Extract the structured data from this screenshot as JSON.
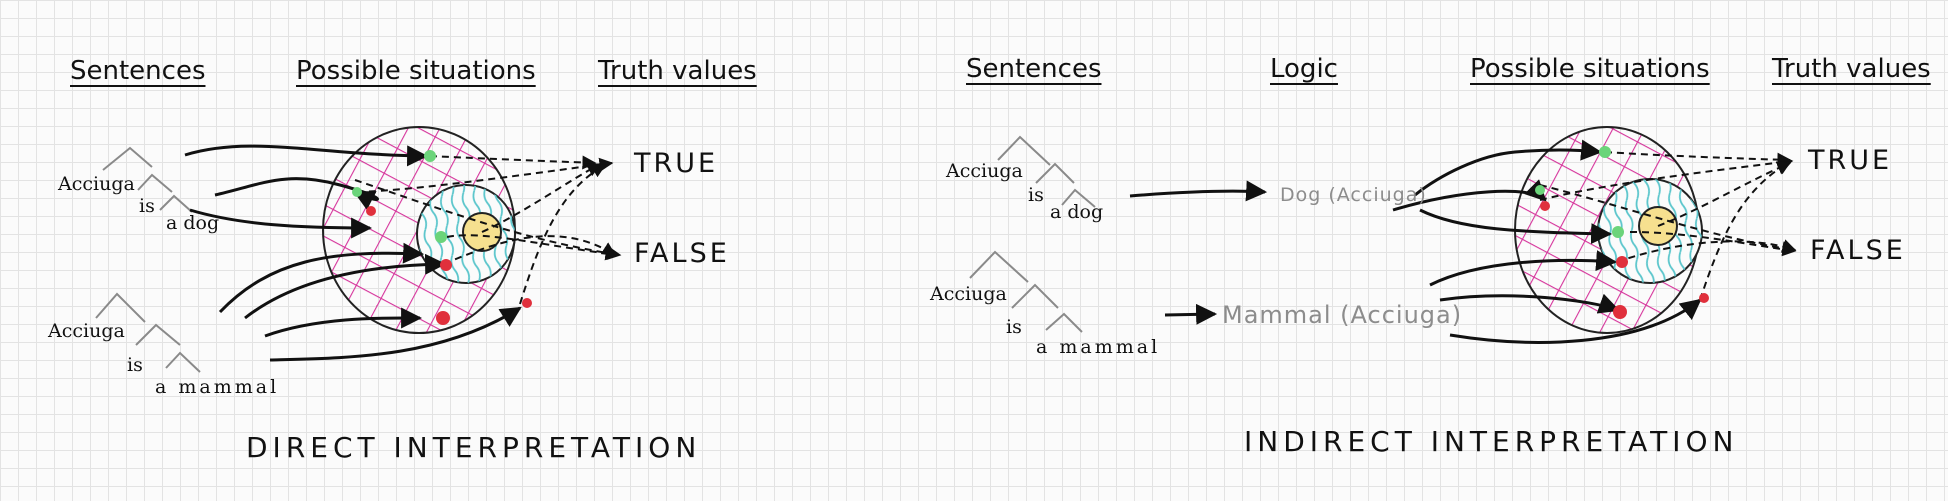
{
  "left_panel": {
    "headers": {
      "sentences": "Sentences",
      "situations": "Possible situations",
      "truth": "Truth values"
    },
    "sentence1": {
      "subject": "Acciuga",
      "verb": "is",
      "object": "a dog"
    },
    "sentence2": {
      "subject": "Acciuga",
      "verb": "is",
      "object": "a mammal"
    },
    "true_label": "TRUE",
    "false_label": "FALSE",
    "caption": "DIRECT INTERPRETATION"
  },
  "right_panel": {
    "headers": {
      "sentences": "Sentences",
      "logic": "Logic",
      "situations": "Possible situations",
      "truth": "Truth values"
    },
    "sentence1": {
      "subject": "Acciuga",
      "verb": "is",
      "object": "a dog"
    },
    "sentence2": {
      "subject": "Acciuga",
      "verb": "is",
      "object": "a mammal"
    },
    "logic1": "Dog (Acciuga)",
    "logic2": "Mammal (Acciuga)",
    "true_label": "TRUE",
    "false_label": "FALSE",
    "caption": "INDIRECT INTERPRETATION"
  },
  "colors": {
    "outer_hatch": "#d6359c",
    "inner_hatch": "#5cc6cc",
    "core_fill": "#f6e08f",
    "dot_green": "#6bd47a",
    "dot_red": "#e0303c",
    "tree": "#8a8a8a",
    "ink": "#111111"
  }
}
